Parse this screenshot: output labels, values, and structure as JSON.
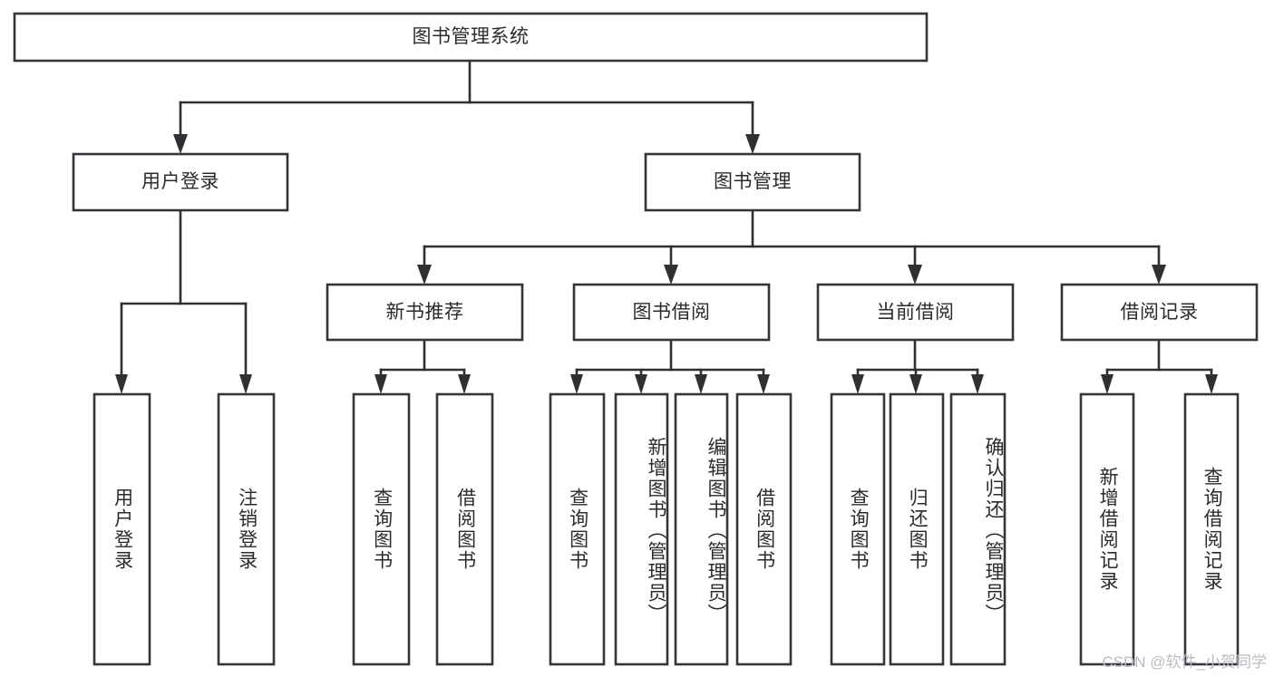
{
  "diagram": {
    "type": "tree-hierarchy",
    "title": "图书管理系统",
    "watermark": "CSDN @软件_小贺同学",
    "colors": {
      "box_stroke": "#33353a",
      "connector": "#2e3034",
      "box_fill": "#ffffff",
      "text": "#2b2b2b",
      "watermark": "#b9bcc2",
      "background": "#ffffff"
    },
    "levels": {
      "root": {
        "label": "图书管理系统"
      },
      "level2": [
        {
          "label": "用户登录"
        },
        {
          "label": "图书管理"
        }
      ],
      "level3": [
        {
          "label": "新书推荐"
        },
        {
          "label": "图书借阅"
        },
        {
          "label": "当前借阅"
        },
        {
          "label": "借阅记录"
        }
      ],
      "leaves": {
        "user_login": [
          {
            "label": "用户登录"
          },
          {
            "label": "注销登录"
          }
        ],
        "new_book_recommend": [
          {
            "label": "查询图书"
          },
          {
            "label": "借阅图书"
          }
        ],
        "book_borrow": [
          {
            "label": "查询图书"
          },
          {
            "label": "新增图书（管理员）"
          },
          {
            "label": "编辑图书（管理员）"
          },
          {
            "label": "借阅图书"
          }
        ],
        "current_borrow": [
          {
            "label": "查询图书"
          },
          {
            "label": "归还图书"
          },
          {
            "label": "确认归还（管理员）"
          }
        ],
        "borrow_record": [
          {
            "label": "新增借阅记录"
          },
          {
            "label": "查询借阅记录"
          }
        ]
      }
    }
  }
}
